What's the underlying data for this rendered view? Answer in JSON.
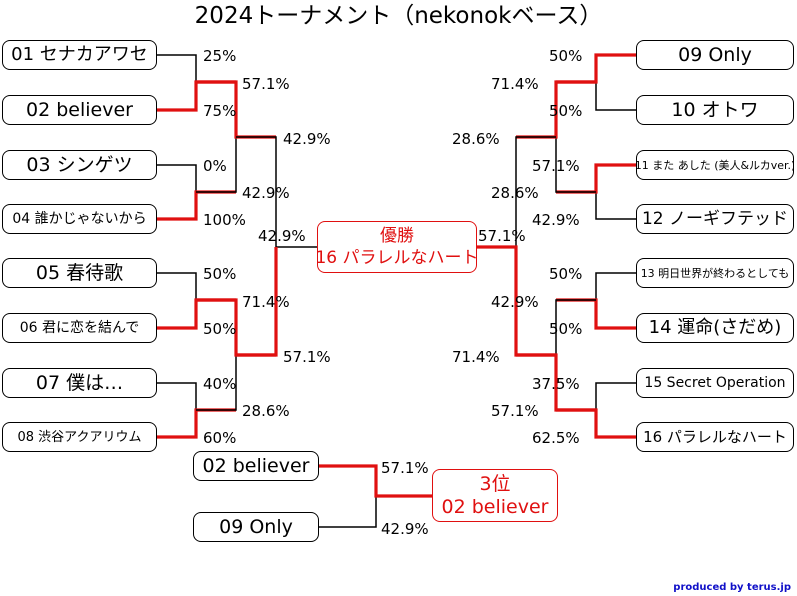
{
  "title": "2024トーナメント（nekonokベース）",
  "credit": "produced by terus.jp",
  "colors": {
    "winner_path": "#e01010",
    "line": "#000000",
    "box_border": "#000000",
    "credit": "#1010c8"
  },
  "left_entries": [
    "01 セナカアワセ",
    "02 believer",
    "03 シンゲツ",
    "04 誰かじゃないから",
    "05 春待歌",
    "06 君に恋を結んで",
    "07 僕は…",
    "08 渋谷アクアリウム"
  ],
  "right_entries": [
    "09 Only",
    "10 オトワ",
    "11 また あした (美人&ルカver.)",
    "12 ノーギフテッド",
    "13 明日世界が終わるとしても",
    "14 運命(さだめ)",
    "15 Secret Operation",
    "16 パラレルなハート"
  ],
  "champion": {
    "label": "優勝",
    "name": "16 パラレルなハート"
  },
  "third_place": {
    "entries": [
      "02 believer",
      "09 Only"
    ],
    "winner_label": "3位",
    "winner_name": "02 believer",
    "percents": [
      "57.1%",
      "42.9%"
    ]
  },
  "percentages": {
    "left_r1": [
      "25%",
      "75%",
      "0%",
      "100%",
      "50%",
      "50%",
      "40%",
      "60%"
    ],
    "left_r2": [
      "57.1%",
      "42.9%",
      "71.4%",
      "28.6%"
    ],
    "left_r3": [
      "42.9%",
      "57.1%"
    ],
    "left_final": "42.9%",
    "right_r1": [
      "50%",
      "50%",
      "57.1%",
      "42.9%",
      "50%",
      "50%",
      "37.5%",
      "62.5%"
    ],
    "right_r2": [
      "71.4%",
      "28.6%",
      "42.9%",
      "57.1%"
    ],
    "right_r3": [
      "28.6%",
      "71.4%"
    ],
    "right_final": "57.1%"
  }
}
